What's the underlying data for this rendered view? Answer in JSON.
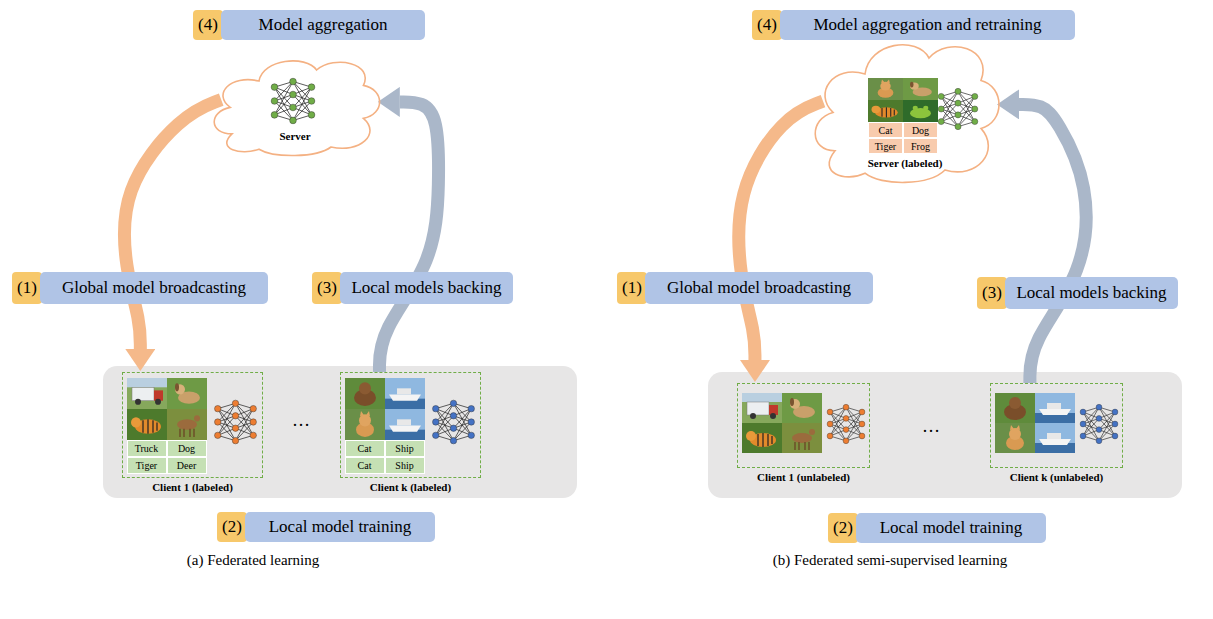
{
  "diagram": {
    "nodes": [
      {
        "text": [
          "(4)"
        ]
      },
      {
        "text": [
          "Model aggregation"
        ]
      },
      {
        "text": [
          "Server"
        ]
      },
      {
        "text": [
          "(1)"
        ]
      },
      {
        "text": [
          "Global model broadcasting"
        ]
      },
      {
        "text": [
          "(3)"
        ]
      },
      {
        "text": [
          "Local models backing"
        ]
      },
      {
        "text": [
          "…"
        ]
      },
      {
        "text": [
          "Client 1 (labeled)"
        ],
        "in": 7
      },
      {
        "text": [
          "Truck"
        ],
        "in": 8
      },
      {
        "text": [
          "Dog"
        ],
        "in": 8
      },
      {
        "text": [
          "Tiger"
        ],
        "in": 8
      },
      {
        "text": [
          "Deer"
        ],
        "in": 8
      },
      {
        "text": [
          "Client k (labeled)"
        ],
        "in": 7
      },
      {
        "text": [
          "Cat"
        ],
        "in": 13
      },
      {
        "text": [
          "Ship"
        ],
        "in": 13
      },
      {
        "text": [
          "Cat"
        ],
        "in": 13
      },
      {
        "text": [
          "Ship"
        ],
        "in": 13
      },
      {
        "text": [
          "(2)"
        ]
      },
      {
        "text": [
          "Local model training"
        ]
      },
      {
        "text": [
          "(4)"
        ]
      },
      {
        "text": [
          "Model aggregation and retraining"
        ]
      },
      {
        "text": [
          "Server (labeled)"
        ]
      },
      {
        "text": [
          "Cat"
        ],
        "in": 22
      },
      {
        "text": [
          "Dog"
        ],
        "in": 22
      },
      {
        "text": [
          "Tiger"
        ],
        "in": 22
      },
      {
        "text": [
          "Frog"
        ],
        "in": 22
      },
      {
        "text": [
          "(1)"
        ]
      },
      {
        "text": [
          "Global model broadcasting"
        ]
      },
      {
        "text": [
          "(3)"
        ]
      },
      {
        "text": [
          "Local models backing"
        ]
      },
      {
        "text": [
          "…"
        ]
      },
      {
        "text": [
          "Client 1 (unlabeled)"
        ],
        "in": 31
      },
      {
        "text": [
          "Client k (unlabeled)"
        ],
        "in": 31
      },
      {
        "text": [
          "(2)"
        ]
      },
      {
        "text": [
          "Local model training"
        ]
      }
    ],
    "edges": [
      {
        "from": 2,
        "to": 8,
        "arrow": "to"
      },
      {
        "from": 13,
        "to": 2,
        "arrow": "to"
      },
      {
        "from": 22,
        "to": 32,
        "arrow": "to"
      },
      {
        "from": 33,
        "to": 22,
        "arrow": "to"
      }
    ],
    "labels": [
      "(a) Federated learning",
      "(b) Federated semi-supervised learning"
    ]
  }
}
